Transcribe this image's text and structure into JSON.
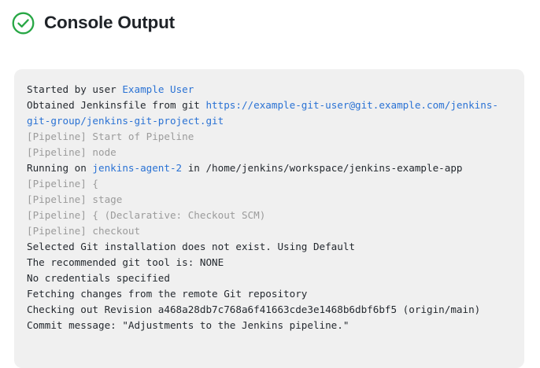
{
  "header": {
    "title": "Console Output",
    "status_icon": "check-circle-icon",
    "status_color": "#28a745"
  },
  "theme": {
    "page_background": "#ffffff",
    "panel_background": "#f0f0f0",
    "text_color": "#24292f",
    "link_color": "#2a72d4",
    "muted_color": "#9b9b9b",
    "title_color": "#1f2328"
  },
  "console": {
    "lines": [
      {
        "segments": [
          {
            "text": "Started by user ",
            "style": "plain"
          },
          {
            "text": "Example User",
            "style": "link"
          }
        ]
      },
      {
        "segments": [
          {
            "text": "Obtained Jenkinsfile from git ",
            "style": "plain"
          },
          {
            "text": "https://example-git-user@git.example.com/jenkins-git-group/jenkins-git-project.git",
            "style": "link"
          }
        ]
      },
      {
        "segments": [
          {
            "text": "[Pipeline] Start of Pipeline",
            "style": "muted"
          }
        ]
      },
      {
        "segments": [
          {
            "text": "[Pipeline] node",
            "style": "muted"
          }
        ]
      },
      {
        "segments": [
          {
            "text": "Running on ",
            "style": "plain"
          },
          {
            "text": "jenkins-agent-2",
            "style": "link"
          },
          {
            "text": " in /home/jenkins/workspace/jenkins-example-app",
            "style": "plain"
          }
        ]
      },
      {
        "segments": [
          {
            "text": "[Pipeline] {",
            "style": "muted"
          }
        ]
      },
      {
        "segments": [
          {
            "text": "[Pipeline] stage",
            "style": "muted"
          }
        ]
      },
      {
        "segments": [
          {
            "text": "[Pipeline] { (Declarative: Checkout SCM)",
            "style": "muted"
          }
        ]
      },
      {
        "segments": [
          {
            "text": "[Pipeline] checkout",
            "style": "muted"
          }
        ]
      },
      {
        "segments": [
          {
            "text": "Selected Git installation does not exist. Using Default",
            "style": "plain"
          }
        ]
      },
      {
        "segments": [
          {
            "text": "The recommended git tool is: NONE",
            "style": "plain"
          }
        ]
      },
      {
        "segments": [
          {
            "text": "No credentials specified",
            "style": "plain"
          }
        ]
      },
      {
        "segments": [
          {
            "text": "Fetching changes from the remote Git repository",
            "style": "plain"
          }
        ]
      },
      {
        "segments": [
          {
            "text": "Checking out Revision a468a28db7c768a6f41663cde3e1468b6dbf6bf5 (origin/main)",
            "style": "plain"
          }
        ]
      },
      {
        "segments": [
          {
            "text": "Commit message: \"Adjustments to the Jenkins pipeline.\"",
            "style": "plain"
          }
        ]
      }
    ]
  }
}
